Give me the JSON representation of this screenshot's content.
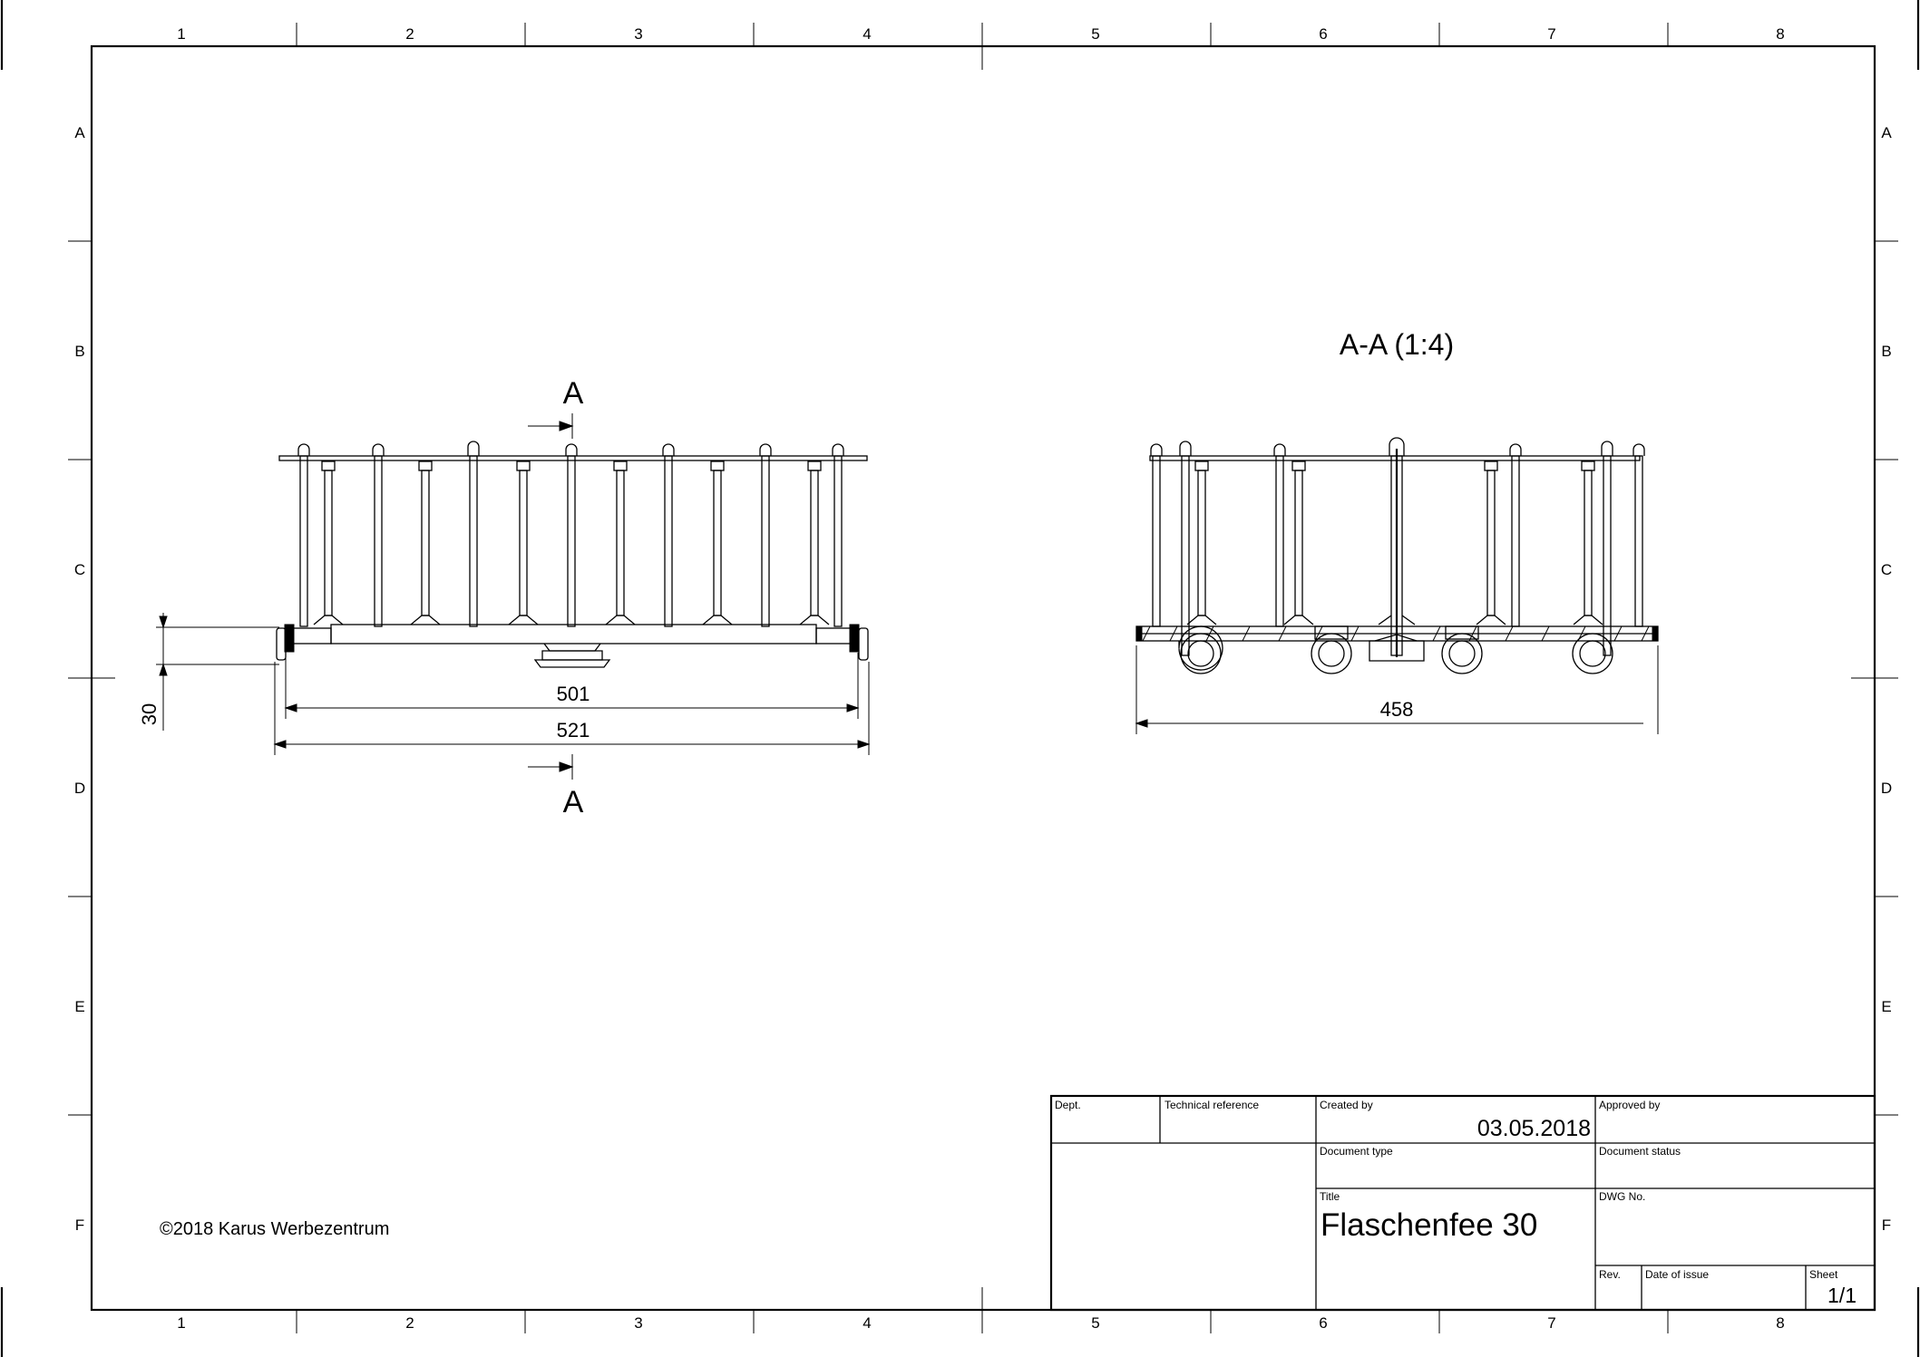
{
  "zones": {
    "columns": [
      "1",
      "2",
      "3",
      "4",
      "5",
      "6",
      "7",
      "8"
    ],
    "rows": [
      "A",
      "B",
      "C",
      "D",
      "E",
      "F"
    ]
  },
  "front_view": {
    "dimensions": {
      "height": "30",
      "inner_length": "501",
      "overall_length": "521"
    },
    "section_marker": "A"
  },
  "section_view": {
    "title": "A-A (1:4)",
    "dimensions": {
      "length": "458"
    }
  },
  "copyright": "©2018 Karus Werbezentrum",
  "title_block": {
    "dept_label": "Dept.",
    "technical_reference_label": "Technical reference",
    "created_by_label": "Created by",
    "created_date": "03.05.2018",
    "approved_by_label": "Approved by",
    "document_type_label": "Document type",
    "document_status_label": "Document status",
    "title_label": "Title",
    "title": "Flaschenfee 30",
    "dwg_no_label": "DWG No.",
    "rev_label": "Rev.",
    "date_of_issue_label": "Date of issue",
    "sheet_label": "Sheet",
    "sheet": "1/1"
  }
}
